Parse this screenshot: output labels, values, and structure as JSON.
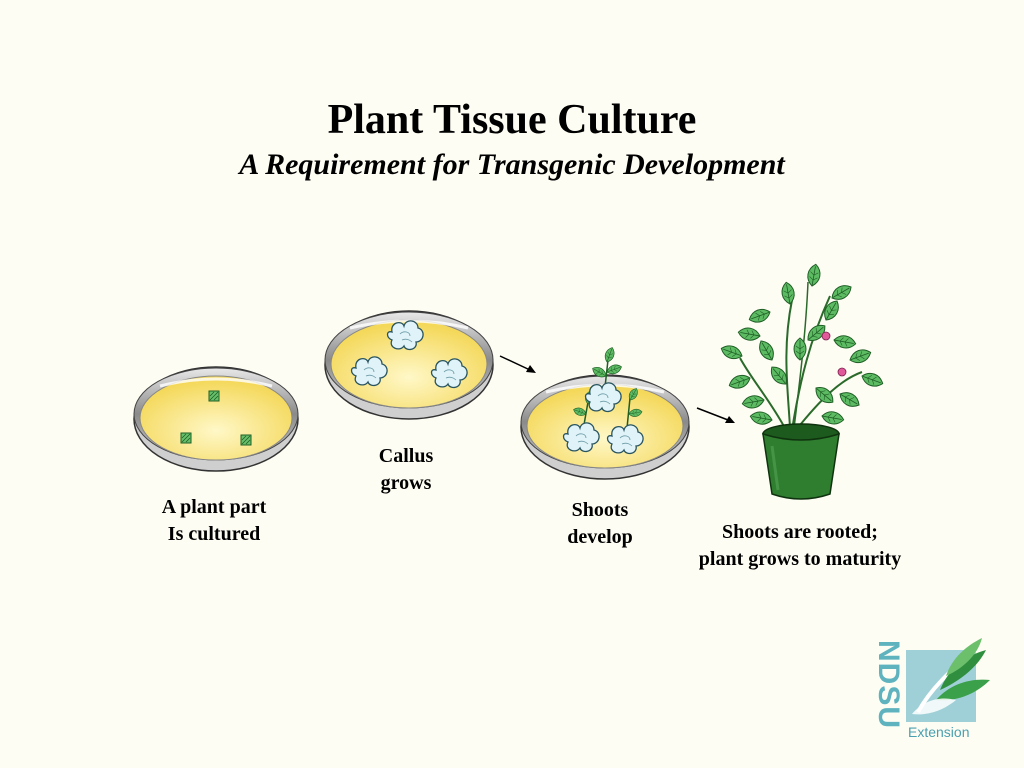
{
  "title": "Plant Tissue Culture",
  "subtitle": "A Requirement for Transgenic Development",
  "steps": [
    {
      "lines": [
        "A plant part",
        "Is cultured"
      ]
    },
    {
      "lines": [
        "Callus",
        "grows"
      ]
    },
    {
      "lines": [
        "Shoots",
        "develop"
      ]
    },
    {
      "lines": [
        "Shoots are rooted;",
        "plant grows to maturity"
      ]
    }
  ],
  "logo": {
    "brand": "NDSU",
    "unit": "Extension"
  },
  "colors": {
    "background": "#fefdf3",
    "medium": "#f7e27a",
    "callus": "#dff3f8",
    "leaf": "#5dbb63",
    "pot": "#2f7d2f",
    "logo": "#5fb3bf"
  }
}
